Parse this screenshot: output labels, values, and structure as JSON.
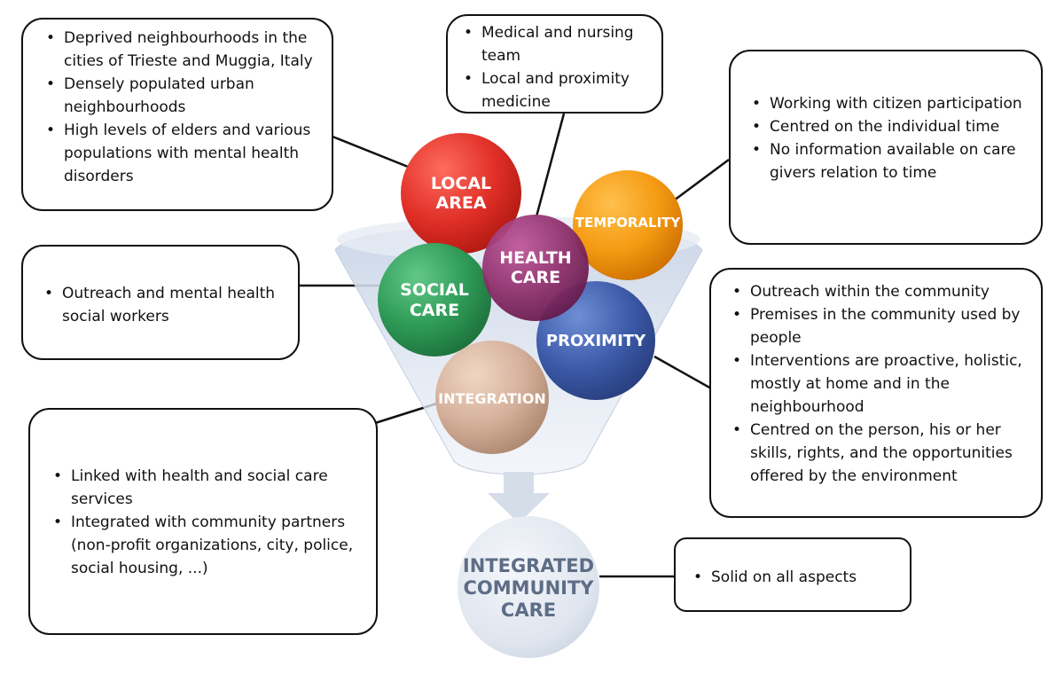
{
  "boxes": {
    "local_area": [
      "Deprived neighbourhoods in the cities of Trieste and Muggia, Italy",
      "Densely populated urban neighbourhoods",
      "High levels of elders and various populations with mental health disorders"
    ],
    "health_care": [
      "Medical and nursing team",
      "Local and proximity medicine"
    ],
    "temporality": [
      "Working with citizen participation",
      "Centred on the individual time",
      "No information available on care givers relation to time"
    ],
    "social_care": [
      "Outreach and mental health social workers"
    ],
    "proximity": [
      "Outreach within the community",
      "Premises in the community used by people",
      "Interventions are proactive, holistic, mostly at home and in the neighbourhood",
      "Centred on the person, his or her skills, rights, and the opportunities offered by the environment"
    ],
    "integration": [
      "Linked with health and social care services",
      "Integrated with community partners (non-profit organizations, city, police, social housing, ...)"
    ],
    "result": [
      "Solid on all aspects"
    ]
  },
  "circles": {
    "local_area": [
      "LOCAL",
      "AREA"
    ],
    "health_care": [
      "HEALTH",
      "CARE"
    ],
    "temporality": [
      "TEMPORALITY"
    ],
    "social_care": [
      "SOCIAL",
      "CARE"
    ],
    "proximity": [
      "PROXIMITY"
    ],
    "integration": [
      "INTEGRATION"
    ],
    "result": [
      "INTEGRATED",
      "COMMUNITY",
      "CARE"
    ]
  },
  "colors": {
    "local_area": "#e02f27",
    "health_care": "#8e2f6b",
    "temporality": "#f49a12",
    "social_care": "#2e9a56",
    "proximity": "#3c5aa8",
    "integration": "#d4b09a",
    "funnel": "#d6dfec",
    "result": "#dfe5ee"
  }
}
